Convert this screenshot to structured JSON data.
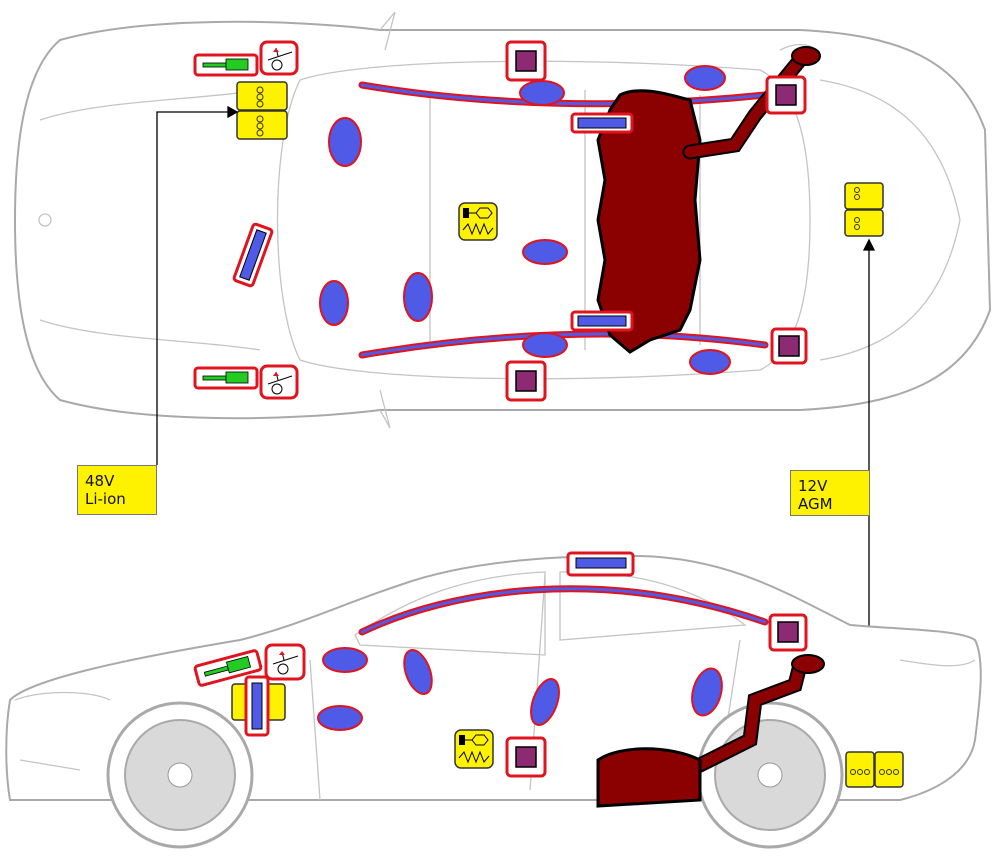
{
  "labels": {
    "battery_48v": {
      "line1": "48V",
      "line2": "Li-ion"
    },
    "battery_12v": {
      "line1": "12V",
      "line2": "AGM"
    }
  },
  "colors": {
    "airbag": "#4f5be6",
    "gas_generator_frame": "#e0141e",
    "control_unit": "#8c2a73",
    "battery": "#fff200",
    "fuel_tank": "#8b0000",
    "gas_strut": "#22cc22"
  }
}
